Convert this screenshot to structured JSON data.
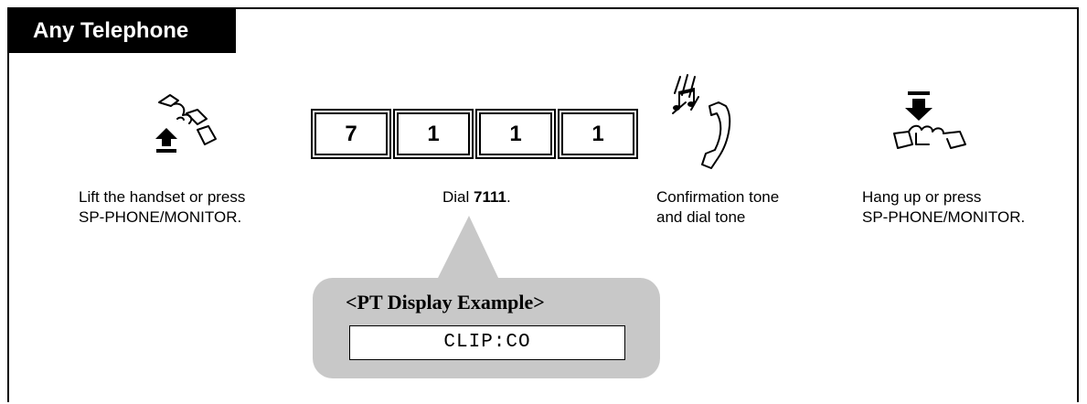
{
  "header": {
    "title": "Any Telephone"
  },
  "dial_keys": [
    "7",
    "1",
    "1",
    "1"
  ],
  "steps": [
    {
      "icon": "off-hook-handset-icon",
      "line1": "Lift the handset or press",
      "line2": "SP-PHONE/MONITOR."
    },
    {
      "icon": "keypad-dial-icon",
      "prefix": "Dial ",
      "code": "7111",
      "suffix": "."
    },
    {
      "icon": "confirmation-tone-icon",
      "line1": "Confirmation tone",
      "line2": "and dial tone"
    },
    {
      "icon": "on-hook-handset-icon",
      "line1": "Hang up or press",
      "line2": "SP-PHONE/MONITOR."
    }
  ],
  "display_example": {
    "title": "<PT Display Example>",
    "text": "CLIP:CO"
  },
  "colors": {
    "header_bg": "#000000",
    "callout_bg": "#c8c8c8"
  }
}
